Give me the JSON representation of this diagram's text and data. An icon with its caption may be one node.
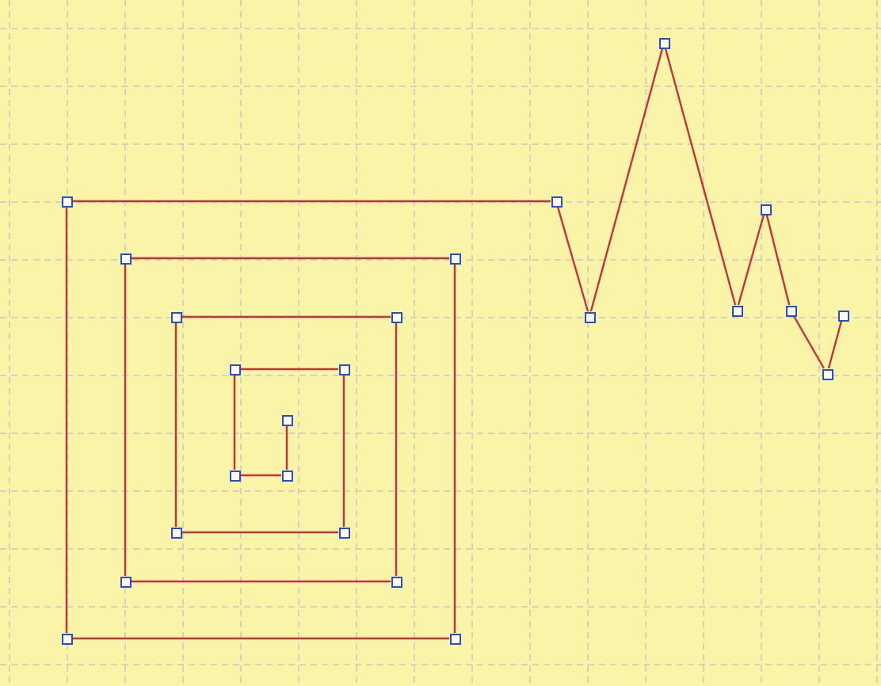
{
  "diagram": {
    "nodes": [
      {
        "text": [],
        "shape": "box"
      },
      {
        "text": [],
        "shape": "box"
      },
      {
        "text": [],
        "shape": "box"
      },
      {
        "text": [],
        "shape": "box"
      },
      {
        "text": [],
        "shape": "box"
      },
      {
        "text": [],
        "shape": "box"
      },
      {
        "text": [],
        "shape": "box"
      },
      {
        "text": [],
        "shape": "box"
      },
      {
        "text": [],
        "shape": "box"
      },
      {
        "text": [],
        "shape": "box"
      },
      {
        "text": [],
        "shape": "box"
      },
      {
        "text": [],
        "shape": "box"
      },
      {
        "text": [],
        "shape": "box"
      },
      {
        "text": [],
        "shape": "box"
      },
      {
        "text": [],
        "shape": "box"
      },
      {
        "text": [],
        "shape": "box"
      },
      {
        "text": [],
        "shape": "box"
      },
      {
        "text": [],
        "shape": "box"
      },
      {
        "text": [],
        "shape": "box"
      },
      {
        "text": [],
        "shape": "box"
      },
      {
        "text": [],
        "shape": "box"
      },
      {
        "text": [],
        "shape": "box"
      },
      {
        "text": [],
        "shape": "box"
      },
      {
        "text": [],
        "shape": "box"
      }
    ],
    "edges": [
      {
        "from": 0,
        "to": 1,
        "arrow": "none"
      },
      {
        "from": 1,
        "to": 2,
        "arrow": "none"
      },
      {
        "from": 2,
        "to": 3,
        "arrow": "none"
      },
      {
        "from": 3,
        "to": 4,
        "arrow": "none"
      },
      {
        "from": 4,
        "to": 5,
        "arrow": "none"
      },
      {
        "from": 5,
        "to": 6,
        "arrow": "none"
      },
      {
        "from": 6,
        "to": 7,
        "arrow": "none"
      },
      {
        "from": 7,
        "to": 8,
        "arrow": "none"
      },
      {
        "from": 8,
        "to": 9,
        "arrow": "none"
      },
      {
        "from": 9,
        "to": 10,
        "arrow": "none"
      },
      {
        "from": 10,
        "to": 11,
        "arrow": "none"
      },
      {
        "from": 11,
        "to": 12,
        "arrow": "none"
      },
      {
        "from": 12,
        "to": 13,
        "arrow": "none"
      },
      {
        "from": 13,
        "to": 14,
        "arrow": "none"
      },
      {
        "from": 14,
        "to": 15,
        "arrow": "none"
      },
      {
        "from": 15,
        "to": 16,
        "arrow": "none"
      },
      {
        "from": 16,
        "to": 17,
        "arrow": "none"
      },
      {
        "from": 17,
        "to": 18,
        "arrow": "none"
      },
      {
        "from": 18,
        "to": 19,
        "arrow": "none"
      },
      {
        "from": 19,
        "to": 20,
        "arrow": "none"
      },
      {
        "from": 20,
        "to": 21,
        "arrow": "none"
      },
      {
        "from": 21,
        "to": 22,
        "arrow": "none"
      },
      {
        "from": 22,
        "to": 23,
        "arrow": "none"
      }
    ]
  }
}
